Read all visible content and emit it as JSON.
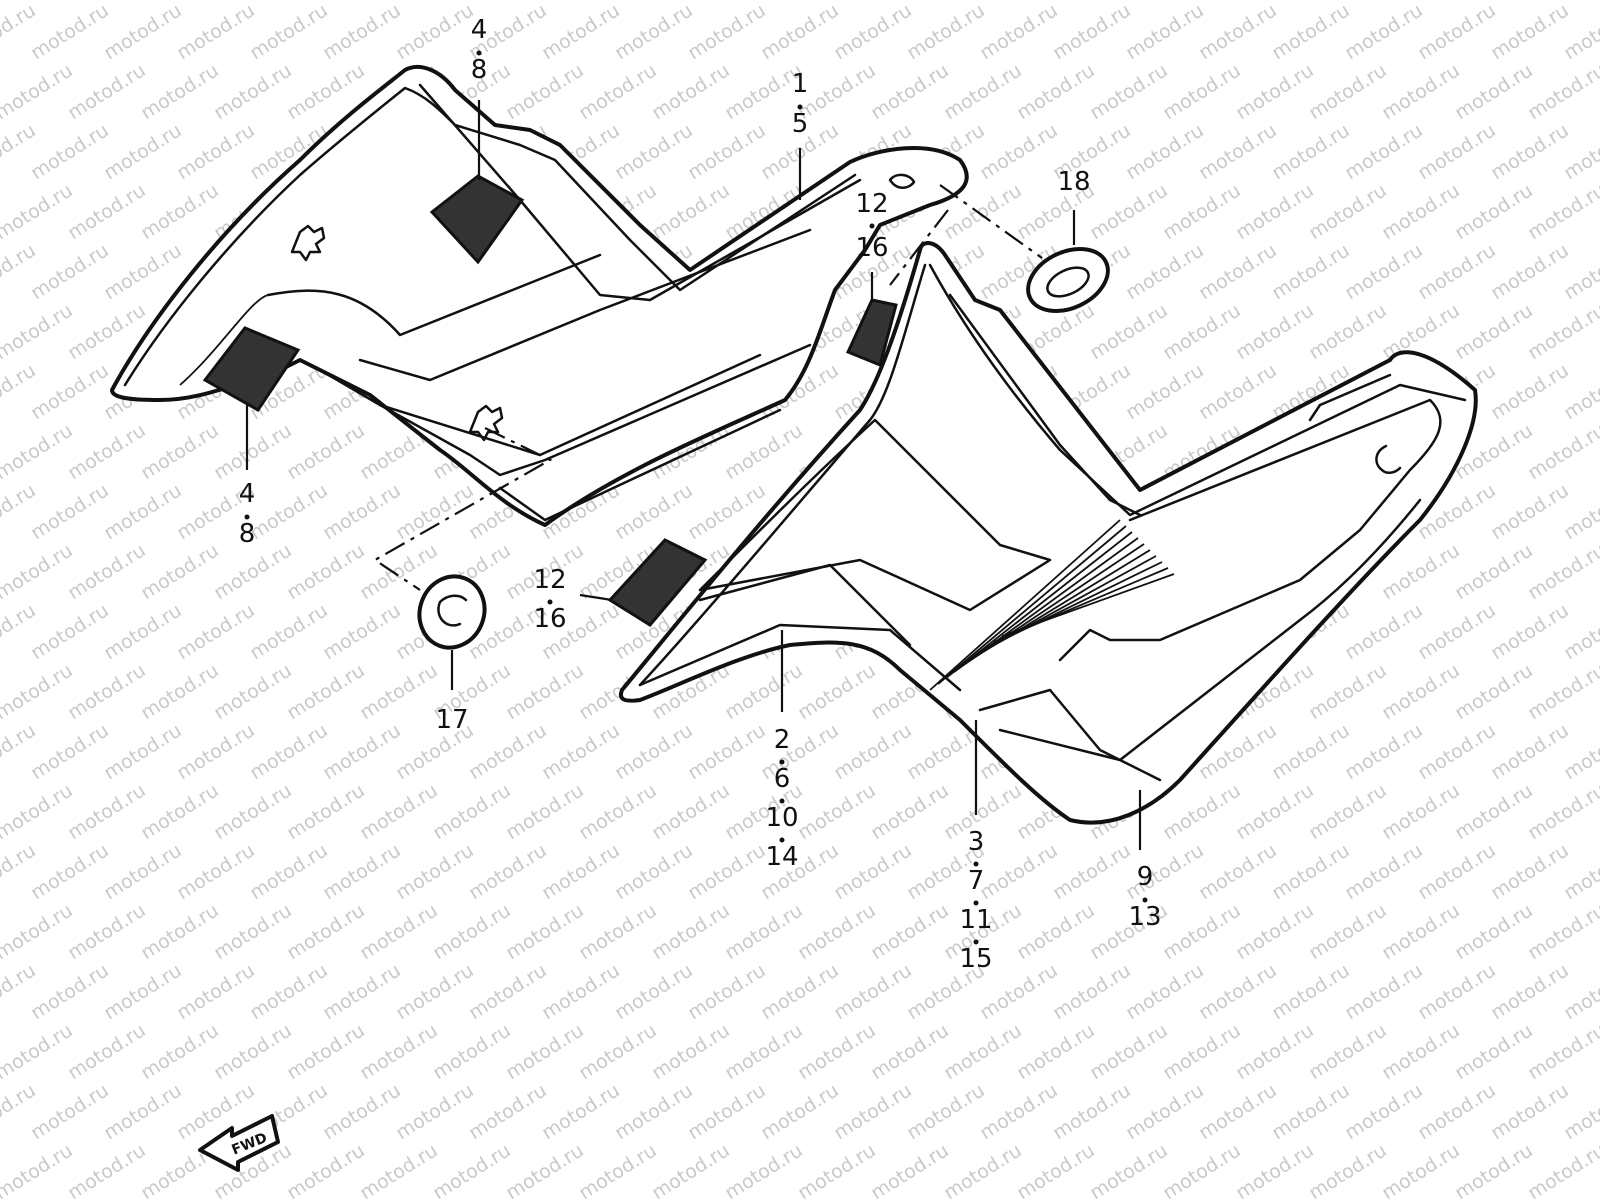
{
  "watermark": "motod.ru",
  "fwd_label": "FWD",
  "callouts": {
    "part_1_5": [
      "1",
      "5"
    ],
    "part_4_8_top": [
      "4",
      "8"
    ],
    "part_4_8_bottom": [
      "4",
      "8"
    ],
    "part_12_16_upper": [
      "12",
      "16"
    ],
    "part_12_16_lower": [
      "12",
      "16"
    ],
    "part_18": [
      "18"
    ],
    "part_17": [
      "17"
    ],
    "part_2_6_10_14": [
      "2",
      "6",
      "10",
      "14"
    ],
    "part_3_7_11_15": [
      "3",
      "7",
      "11",
      "15"
    ],
    "part_9_13": [
      "9",
      "13"
    ]
  }
}
